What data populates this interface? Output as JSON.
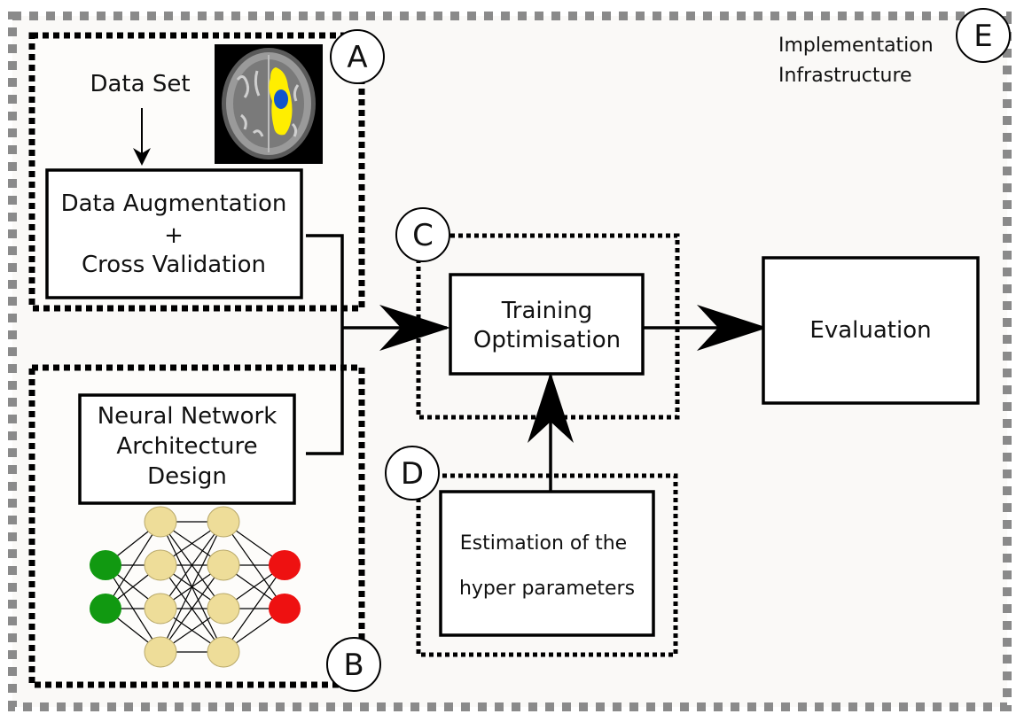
{
  "regions": {
    "A": {
      "letter": "A",
      "data_set": "Data Set"
    },
    "B": {
      "letter": "B"
    },
    "C": {
      "letter": "C"
    },
    "D": {
      "letter": "D"
    },
    "E": {
      "letter": "E",
      "title_line1": "Implementation",
      "title_line2": "Infrastructure"
    }
  },
  "boxes": {
    "augmentation": {
      "line1": "Data Augmentation",
      "line2": "+",
      "line3": "Cross Validation"
    },
    "architecture": {
      "line1": "Neural Network",
      "line2": "Architecture",
      "line3": "Design"
    },
    "training": {
      "line1": "Training",
      "line2": "Optimisation"
    },
    "evaluation": {
      "line1": "Evaluation"
    },
    "hyper": {
      "line1": "Estimation of the",
      "line2": "hyper parameters"
    }
  },
  "network": {
    "layer_sizes": [
      2,
      4,
      4,
      2
    ],
    "colors": {
      "input": "#119911",
      "hidden": "#eedd99",
      "output": "#ee1111"
    }
  },
  "brain_scan": {
    "icon": "brain-mri-icon",
    "colors": {
      "lesion": "#ffee00",
      "core": "#1155cc"
    }
  }
}
